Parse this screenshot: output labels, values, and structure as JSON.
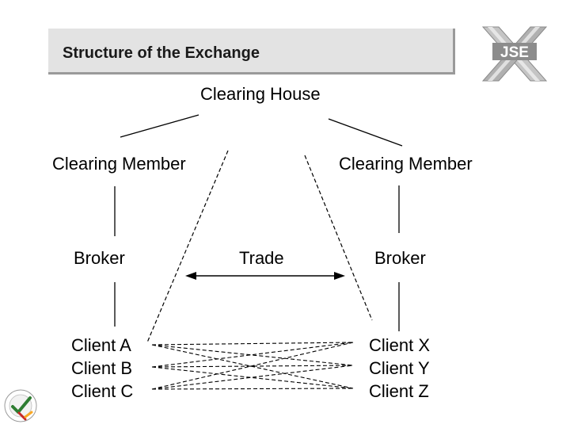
{
  "slide": {
    "title": "Structure of the Exchange",
    "logo_text": "JSE"
  },
  "diagram": {
    "clearing_house": "Clearing House",
    "clearing_member_left": "Clearing Member",
    "clearing_member_right": "Clearing Member",
    "broker_left": "Broker",
    "broker_right": "Broker",
    "trade": "Trade",
    "clients_left": [
      "Client A",
      "Client B",
      "Client C"
    ],
    "clients_right": [
      "Client X",
      "Client Y",
      "Client Z"
    ]
  },
  "colors": {
    "title_bar": "#e3e3e3",
    "title_shadow": "#9a9a9a",
    "logo_gray": "#b5b5b5",
    "line": "#000000"
  }
}
